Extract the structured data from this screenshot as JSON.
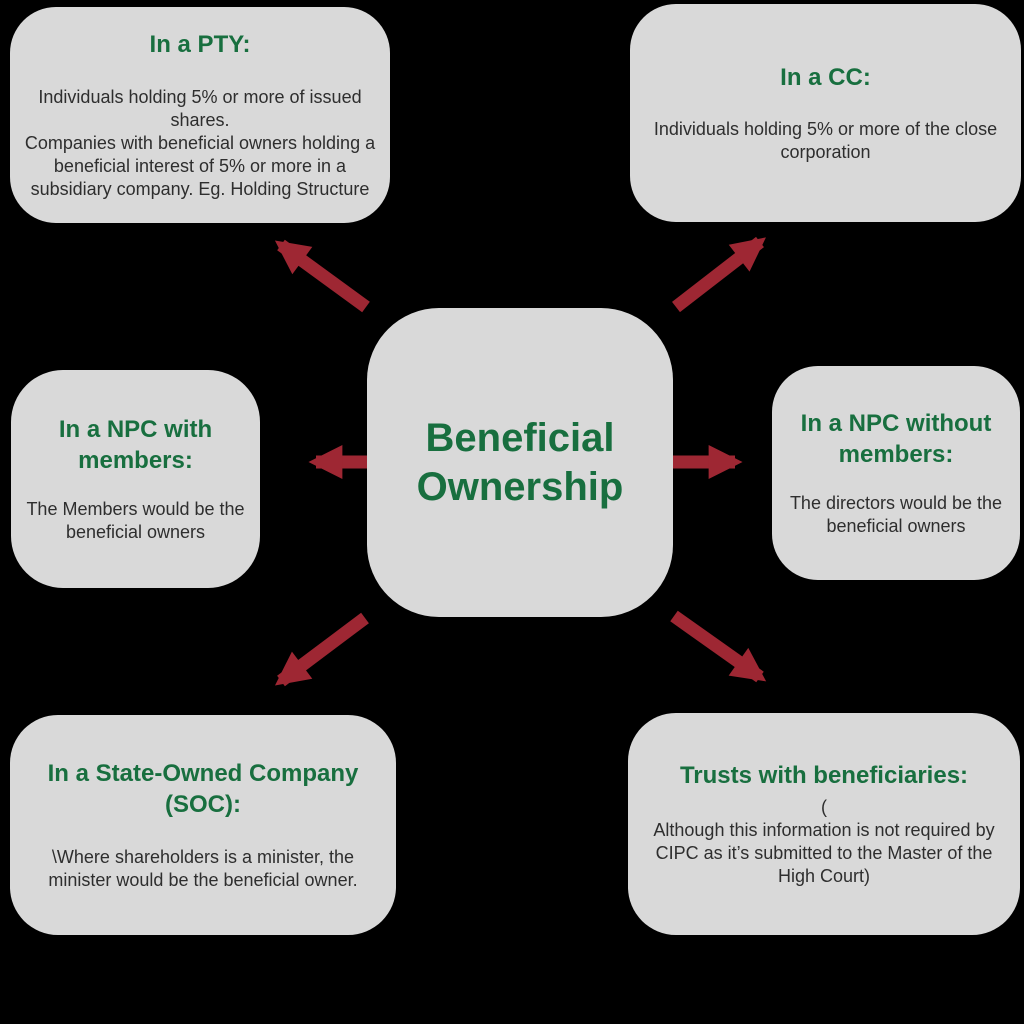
{
  "colors": {
    "background": "#000000",
    "node_fill": "#D9D9D9",
    "heading_green": "#186F3F",
    "body_text": "#2E2E2E",
    "arrow_red": "#9E2733"
  },
  "center_node": {
    "title": "Beneficial Ownership"
  },
  "nodes": {
    "pty": {
      "heading": "In a PTY:",
      "body": "Individuals holding 5% or more of issued shares.\nCompanies with beneficial owners holding a beneficial interest of 5% or more in a subsidiary company. Eg. Holding Structure"
    },
    "cc": {
      "heading": "In a CC:",
      "body": "Individuals holding 5% or more of the close corporation"
    },
    "npc_with_members": {
      "heading": "In a NPC with members:",
      "body": "The Members would be the beneficial owners"
    },
    "npc_without_members": {
      "heading": "In a NPC without members:",
      "body": "The directors would be the beneficial owners"
    },
    "soc": {
      "heading": "In a State-Owned Company (SOC):",
      "body": "\\Where shareholders is a minister, the minister would be the beneficial owner."
    },
    "trusts": {
      "heading": "Trusts with beneficiaries:",
      "body": "(\nAlthough this information is not required by CIPC as it’s submitted to the Master of the High Court)"
    }
  }
}
